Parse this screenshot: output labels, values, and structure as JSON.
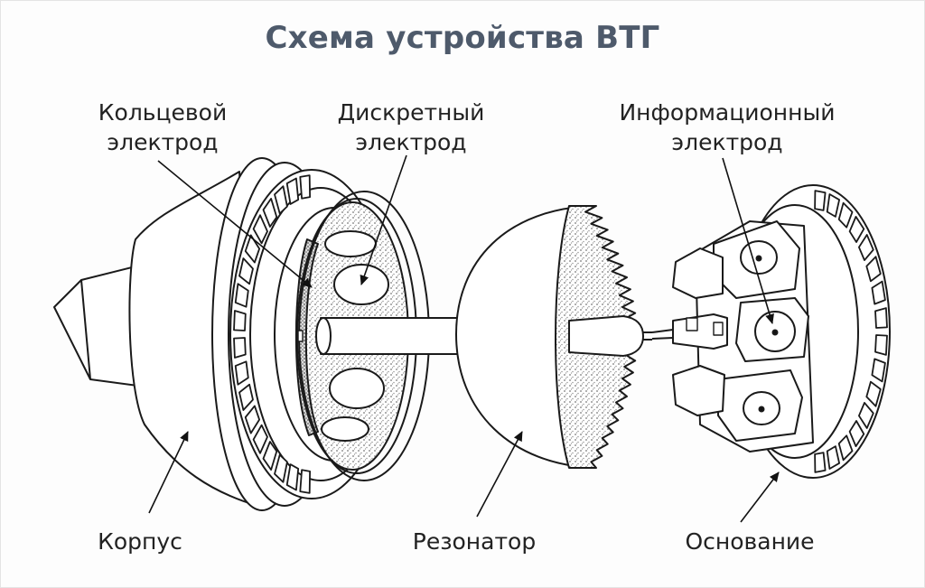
{
  "title": "Схема устройства ВТГ",
  "labels": {
    "ring_electrode": [
      "Кольцевой",
      "электрод"
    ],
    "discrete_electrode": [
      "Дискретный",
      "электрод"
    ],
    "info_electrode": [
      "Информационный",
      "электрод"
    ],
    "body": "Корпус",
    "resonator": "Резонатор",
    "base": "Основание"
  }
}
